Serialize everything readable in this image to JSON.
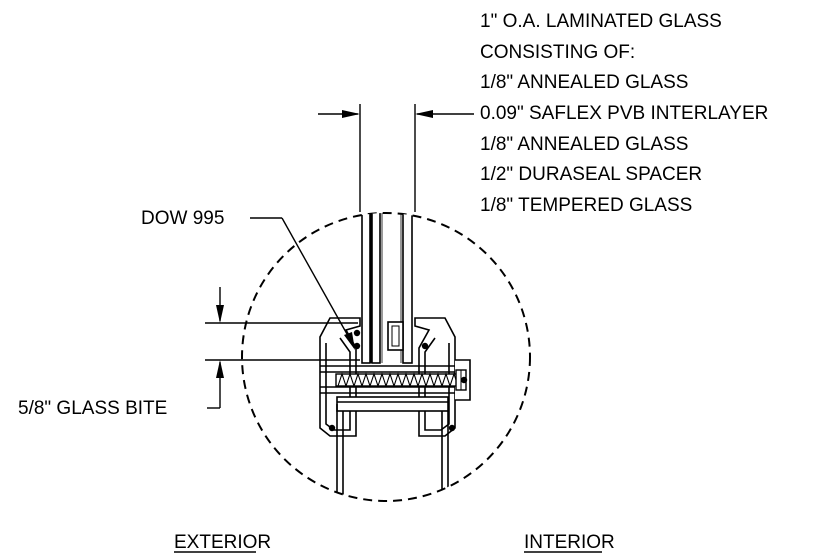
{
  "glass_spec": {
    "lines": [
      "1\" O.A. LAMINATED GLASS",
      "CONSISTING OF:",
      "1/8\" ANNEALED GLASS",
      "0.09\" SAFLEX PVB INTERLAYER",
      "1/8\" ANNEALED GLASS",
      "1/2\" DURASEAL SPACER",
      "1/8\" TEMPERED GLASS"
    ]
  },
  "callouts": {
    "sealant": "DOW 995",
    "glass_bite": "5/8\" GLASS BITE"
  },
  "sides": {
    "exterior": "EXTERIOR",
    "interior": "INTERIOR"
  }
}
